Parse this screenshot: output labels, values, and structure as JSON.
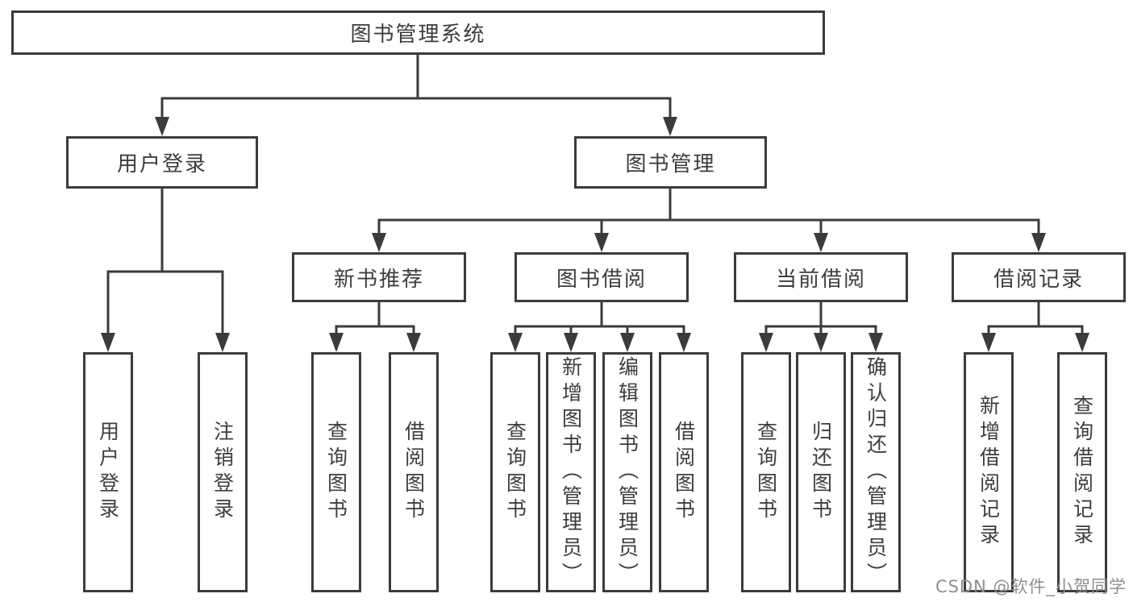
{
  "diagram": {
    "title_node": {
      "label": "图书管理系统"
    },
    "level1": [
      {
        "label": "用户登录"
      },
      {
        "label": "图书管理"
      }
    ],
    "level2": [
      {
        "label": "新书推荐"
      },
      {
        "label": "图书借阅"
      },
      {
        "label": "当前借阅"
      },
      {
        "label": "借阅记录"
      }
    ],
    "leaves": {
      "user_login": [
        {
          "label": "用户登录"
        },
        {
          "label": "注销登录"
        }
      ],
      "new_books": [
        {
          "label": "查询图书"
        },
        {
          "label": "借阅图书"
        }
      ],
      "book_borrow": [
        {
          "label": "查询图书"
        },
        {
          "label": "新增图书（管理员）"
        },
        {
          "label": "编辑图书（管理员）"
        },
        {
          "label": "借阅图书"
        }
      ],
      "current_borrow": [
        {
          "label": "查询图书"
        },
        {
          "label": "归还图书"
        },
        {
          "label": "确认归还（管理员）"
        }
      ],
      "borrow_records": [
        {
          "label": "新增借阅记录"
        },
        {
          "label": "查询借阅记录"
        }
      ]
    },
    "watermark": "CSDN @软件_小贺同学",
    "colors": {
      "line": "#3b3b3b",
      "text": "#3d3d3d",
      "box_background": "#ffffff",
      "watermark": "#8f8f8f",
      "background": "#ffffff"
    }
  }
}
